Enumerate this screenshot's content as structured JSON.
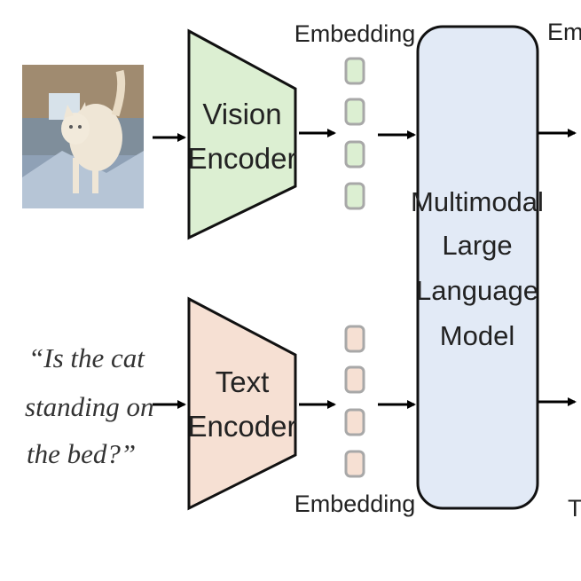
{
  "input_image": {
    "icon": "cat-photo"
  },
  "prompt_text": {
    "line1": "“Is the cat",
    "line2": "standing on",
    "line3": "the bed?”"
  },
  "vision_encoder": {
    "line1": "Vision",
    "line2": "Encoder",
    "fill": "#dcefd2"
  },
  "text_encoder": {
    "line1": "Text",
    "line2": "Encoder",
    "fill": "#f6e0d3"
  },
  "embedding_top_label": "Embedding",
  "embedding_bottom_label": "Embedding",
  "embedding_top_color": "#dcefd2",
  "embedding_bottom_color": "#f6e0d3",
  "mllm": {
    "line1": "Multimodal",
    "line2": "Large",
    "line3": "Language",
    "line4": "Model",
    "fill": "#e2eaf6"
  },
  "output_top_label": "Eml",
  "output_bottom_label": "T"
}
